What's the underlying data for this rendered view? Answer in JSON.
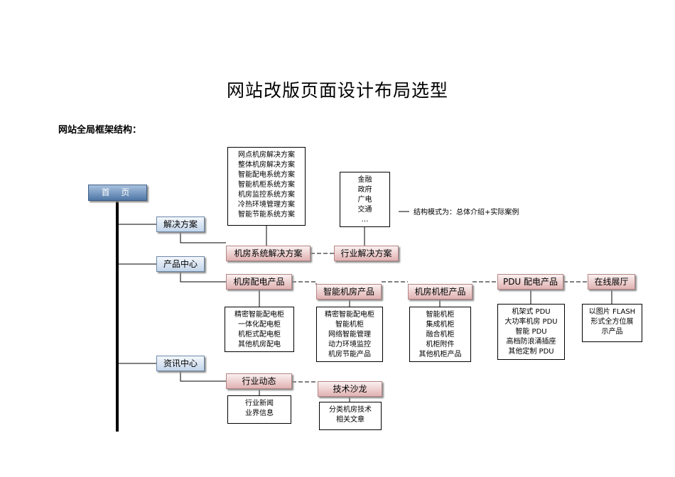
{
  "title": "网站改版页面设计布局选型",
  "subtitle": "网站全局框架结构：",
  "home": "首 页",
  "sections": {
    "solutions": "解决方案",
    "products": "产品中心",
    "news": "资讯中心"
  },
  "solutions_row": {
    "datacenter_solution": "机房系统解决方案",
    "industry_solution": "行业解决方案",
    "datacenter_list": [
      "网点机房解决方案",
      "整体机房解决方案",
      "智能配电系统方案",
      "智能机柜系统方案",
      "机房监控系统方案",
      "冷热环境管理方案",
      "智能节能系统方案"
    ],
    "industry_list": [
      "金融",
      "政府",
      "广电",
      "交通",
      "…"
    ],
    "note": "结构模式为：总体介绍+实际案例"
  },
  "products_row": {
    "items": [
      {
        "label": "机房配电产品",
        "list": [
          "精密智能配电柜",
          "一体化配电柜",
          "机柜式配电柜",
          "其他机房配电"
        ]
      },
      {
        "label": "智能机房产品",
        "list": [
          "精密智能配电柜",
          "智能机柜",
          "网络智能管理",
          "动力环境监控",
          "机房节能产品"
        ]
      },
      {
        "label": "机房机柜产品",
        "list": [
          "智能机柜",
          "集成机柜",
          "融合机柜",
          "机柜附件",
          "其他机柜产品"
        ]
      },
      {
        "label": "PDU 配电产品",
        "list": [
          "机架式 PDU",
          "大功率机房 PDU",
          "智能 PDU",
          "高档防浪涌插座",
          "其他定制 PDU"
        ]
      },
      {
        "label": "在线展厅",
        "list": [
          "以图片 FLASH",
          "形式全方位展",
          "示产品"
        ]
      }
    ]
  },
  "news_row": {
    "items": [
      {
        "label": "行业动态",
        "list": [
          "行业新闻",
          "业界信息"
        ]
      },
      {
        "label": "技术沙龙",
        "list": [
          "分类机房技术",
          "相关文章"
        ]
      }
    ]
  }
}
